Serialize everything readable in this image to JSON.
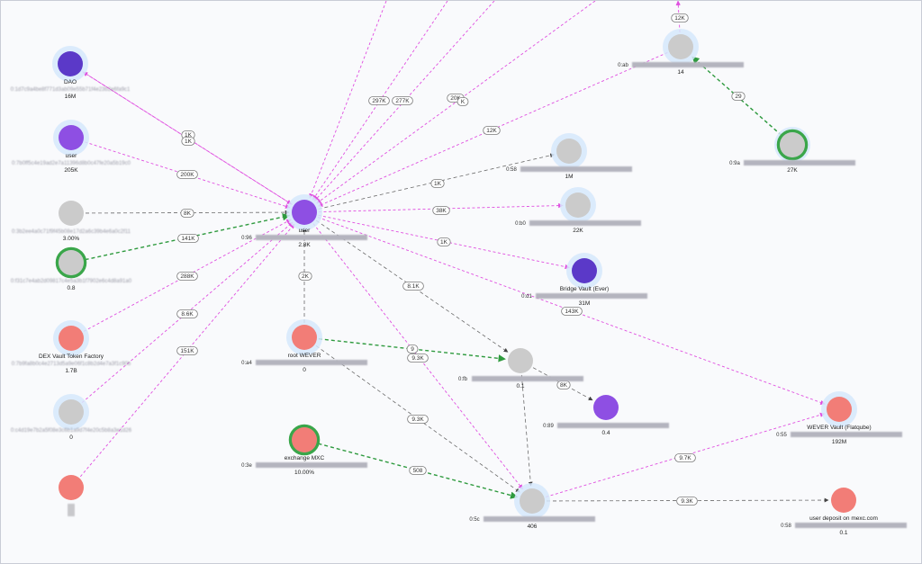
{
  "colors": {
    "halo": "#d6e7fb",
    "gray": "#cbcbcb",
    "purple_dark": "#5b39c8",
    "purple": "#8e4fe3",
    "salmon": "#f27d77",
    "green_ring": "#3aa64a",
    "edge_pink": "#e04fe0",
    "edge_gray": "#6b6b6b",
    "edge_green": "#2e9a3e"
  },
  "nodes": [
    {
      "id": "dao",
      "color": "purple_dark",
      "halo": true,
      "ring": false,
      "name": "DAO",
      "addr": "0:1d7c9a4be8f771d3ab09e55b71f4e23b2e6fa9c1",
      "value": "16M"
    },
    {
      "id": "user_l1",
      "color": "purple",
      "halo": true,
      "ring": false,
      "name": "user",
      "addr": "0:7b0ff5c4e19ad2e7a11396d8b0c47fe20a5b19c0",
      "value": "205K"
    },
    {
      "id": "gray_l1",
      "color": "gray",
      "halo": false,
      "ring": false,
      "name": "",
      "addr": "0:3b2ee4a0c71f9f45b08e17d2a6c39b4e6a0c2f11",
      "value": "3.00%"
    },
    {
      "id": "ring_l",
      "color": "gray",
      "halo": false,
      "ring": true,
      "name": "",
      "addr": "0:f31c7e4ab2d09817c4e5a3b1f7902e6c4d8a91a0",
      "value": "0.8"
    },
    {
      "id": "dex_factory",
      "color": "salmon",
      "halo": true,
      "ring": false,
      "name": "DEX Vault Token Factory",
      "addr": "0:7b9fa8b0c4e2713d5a9e06f1c8b2d4e7a3f1c90b",
      "value": "1.7B"
    },
    {
      "id": "gray_l2",
      "color": "gray",
      "halo": true,
      "ring": false,
      "name": "",
      "addr": "0:c4d19e7b2a5f08e3c6b1a9d7f4e20c5b8a3e1d26",
      "value": "0"
    },
    {
      "id": "salmon_bl",
      "color": "salmon",
      "halo": false,
      "ring": false,
      "name": "",
      "addr": "",
      "value": ""
    },
    {
      "id": "user_center",
      "color": "purple",
      "halo": true,
      "ring": false,
      "name": "user",
      "addr": "0:96",
      "value": "2.8K"
    },
    {
      "id": "root_wever",
      "color": "salmon",
      "halo": true,
      "ring": false,
      "name": "root WEVER",
      "addr": "0:a4",
      "value": "0"
    },
    {
      "id": "exchange_mxc",
      "color": "salmon",
      "halo": false,
      "ring": true,
      "name": "exchange MXC",
      "addr": "0:3e",
      "value": "10.00%"
    },
    {
      "id": "n14",
      "color": "gray",
      "halo": true,
      "ring": false,
      "name": "",
      "addr": "0:ab",
      "value": "14"
    },
    {
      "id": "n27k",
      "color": "gray",
      "halo": true,
      "ring": true,
      "name": "",
      "addr": "0:9a",
      "value": "27K"
    },
    {
      "id": "n1m",
      "color": "gray",
      "halo": true,
      "ring": false,
      "name": "",
      "addr": "0:58",
      "value": "1M"
    },
    {
      "id": "n22k",
      "color": "gray",
      "halo": true,
      "ring": false,
      "name": "",
      "addr": "0:b0",
      "value": "22K"
    },
    {
      "id": "bridge",
      "color": "purple_dark",
      "halo": true,
      "ring": false,
      "name": "Bridge Vault (Ever)",
      "addr": "0:d1",
      "value": "31M"
    },
    {
      "id": "n01",
      "color": "gray",
      "halo": false,
      "ring": false,
      "name": "",
      "addr": "0:fb",
      "value": "0.1"
    },
    {
      "id": "n04",
      "color": "purple",
      "halo": false,
      "ring": false,
      "name": "",
      "addr": "0:89",
      "value": "0.4"
    },
    {
      "id": "flatqube",
      "color": "salmon",
      "halo": true,
      "ring": false,
      "name": "WEVER Vault (Flatqube)",
      "addr": "0:55",
      "value": "192M"
    },
    {
      "id": "n406",
      "color": "gray",
      "halo": true,
      "ring": false,
      "name": "",
      "addr": "0:5c",
      "value": "406"
    },
    {
      "id": "mexc",
      "color": "salmon",
      "halo": false,
      "ring": false,
      "name": "user deposit on mexc.com",
      "addr": "0:58",
      "value": "0.1"
    }
  ],
  "edges": [
    {
      "from": "dao",
      "to": "user_center",
      "kind": "pink",
      "label": "1K"
    },
    {
      "from": "user_center",
      "to": "dao",
      "kind": "pink",
      "label": "1K"
    },
    {
      "from": "user_l1",
      "to": "user_center",
      "kind": "pink",
      "label": "200K"
    },
    {
      "from": "gray_l1",
      "to": "user_center",
      "kind": "gray",
      "label": "8K"
    },
    {
      "from": "ring_l",
      "to": "user_center",
      "kind": "green",
      "label": "141K"
    },
    {
      "from": "dex_factory",
      "to": "user_center",
      "kind": "pink",
      "label": "288K"
    },
    {
      "from": "gray_l2",
      "to": "user_center",
      "kind": "pink",
      "label": "8.6K"
    },
    {
      "from": "salmon_bl",
      "to": "user_center",
      "kind": "pink",
      "label": "151K"
    },
    {
      "from": "top_a",
      "to": "user_center",
      "kind": "pink",
      "label": "297K"
    },
    {
      "from": "top_b",
      "to": "user_center",
      "kind": "pink",
      "label": "277K"
    },
    {
      "from": "top_c",
      "to": "user_center",
      "kind": "pink",
      "label": "20K"
    },
    {
      "from": "top_d",
      "to": "user_center",
      "kind": "pink",
      "label": "K"
    },
    {
      "from": "n14",
      "to": "user_center",
      "kind": "pink",
      "label": "12K"
    },
    {
      "from": "n14",
      "to": "top_e",
      "kind": "pink",
      "label": "12K"
    },
    {
      "from": "n27k",
      "to": "n14",
      "kind": "green",
      "label": "29"
    },
    {
      "from": "user_center",
      "to": "n1m",
      "kind": "gray",
      "label": "1K"
    },
    {
      "from": "user_center",
      "to": "n22k",
      "kind": "pink",
      "label": "38K"
    },
    {
      "from": "user_center",
      "to": "bridge",
      "kind": "pink",
      "label": "1K"
    },
    {
      "from": "user_center",
      "to": "flatqube",
      "kind": "pink",
      "label": "143K"
    },
    {
      "from": "user_center",
      "to": "n01",
      "kind": "gray",
      "label": "8.1K"
    },
    {
      "from": "user_center",
      "to": "n406",
      "kind": "pink",
      "label": ""
    },
    {
      "from": "root_wever",
      "to": "user_center",
      "kind": "gray",
      "label": "2K"
    },
    {
      "from": "root_wever",
      "to": "n01",
      "kind": "green",
      "label": "9"
    },
    {
      "from": "root_wever",
      "to": "n406",
      "kind": "gray",
      "label": "9.3K"
    },
    {
      "from": "n01",
      "to": "n04",
      "kind": "gray",
      "label": "8K"
    },
    {
      "from": "n01",
      "to": "n406",
      "kind": "gray",
      "label": "9.3K"
    },
    {
      "from": "exchange_mxc",
      "to": "n406",
      "kind": "green",
      "label": "508"
    },
    {
      "from": "n406",
      "to": "flatqube",
      "kind": "pink",
      "label": "9.7K"
    },
    {
      "from": "n406",
      "to": "mexc",
      "kind": "gray",
      "label": "9.3K"
    }
  ]
}
